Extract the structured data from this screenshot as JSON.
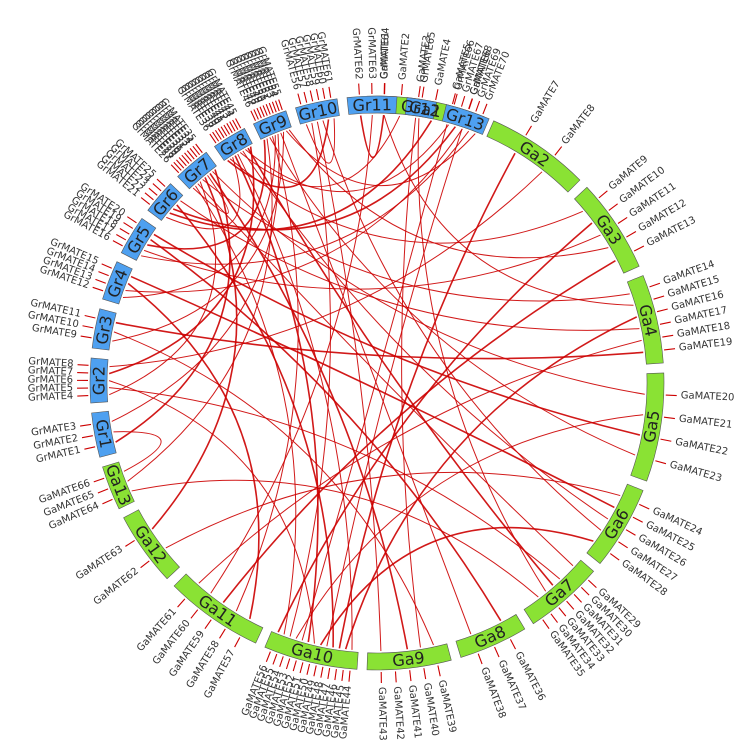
{
  "colors": {
    "ga_segment": "#8ae234",
    "gr_segment": "#4ea0f0",
    "link": "#cc0000",
    "segment_stroke": "#555555"
  },
  "segments": [
    {
      "label": "Ga1",
      "group": "ga",
      "start": 358.0,
      "end": 382.0,
      "genes": [
        "GaMATE1",
        "GaMATE2",
        "GaMATE3",
        "GaMATE4",
        "GaMATE5",
        "GaMATE6"
      ]
    },
    {
      "label": "Ga2",
      "group": "ga",
      "start": 384.0,
      "end": 405.0,
      "genes": [
        "GaMATE7",
        "GaMATE8"
      ]
    },
    {
      "label": "Ga3",
      "group": "ga",
      "start": 407.0,
      "end": 426.0,
      "genes": [
        "GaMATE9",
        "GaMATE10",
        "GaMATE11",
        "GaMATE12",
        "GaMATE13"
      ]
    },
    {
      "label": "Ga4",
      "group": "ga",
      "start": 428.0,
      "end": 446.0,
      "genes": [
        "GaMATE14",
        "GaMATE15",
        "GaMATE16",
        "GaMATE17",
        "GaMATE18",
        "GaMATE19"
      ]
    },
    {
      "label": "Ga5",
      "group": "ga",
      "start": 448.0,
      "end": 470.0,
      "genes": [
        "GaMATE20",
        "GaMATE21",
        "GaMATE22",
        "GaMATE23"
      ]
    },
    {
      "label": "Ga6",
      "group": "ga",
      "start": 472.0,
      "end": 489.0,
      "genes": [
        "GaMATE24",
        "GaMATE25",
        "GaMATE26",
        "GaMATE27",
        "GaMATE28"
      ]
    },
    {
      "label": "Ga7",
      "group": "ga",
      "start": 491.0,
      "end": 507.0,
      "genes": [
        "GaMATE29",
        "GaMATE30",
        "GaMATE31",
        "GaMATE32",
        "GaMATE33",
        "GaMATE34",
        "GaMATE35"
      ]
    },
    {
      "label": "Ga8",
      "group": "ga",
      "start": 509.0,
      "end": 523.0,
      "genes": [
        "GaMATE36",
        "GaMATE37",
        "GaMATE38"
      ]
    },
    {
      "label": "Ga9",
      "group": "ga",
      "start": 525.0,
      "end": 542.0,
      "genes": [
        "GaMATE39",
        "GaMATE40",
        "GaMATE41",
        "GaMATE42",
        "GaMATE43"
      ]
    },
    {
      "label": "Ga10",
      "group": "ga",
      "start": 544.0,
      "end": 563.0,
      "genes": [
        "GaMATE44",
        "GaMATE45",
        "GaMATE46",
        "GaMATE47",
        "GaMATE48",
        "GaMATE49",
        "GaMATE50",
        "GaMATE51",
        "GaMATE52",
        "GaMATE53",
        "GaMATE54",
        "GaMATE55",
        "GaMATE56"
      ]
    },
    {
      "label": "Ga11",
      "group": "ga",
      "start": 565.0,
      "end": 585.0,
      "genes": [
        "GaMATE57",
        "GaMATE58",
        "GaMATE59",
        "GaMATE60",
        "GaMATE61"
      ]
    },
    {
      "label": "Ga12",
      "group": "ga",
      "start": 587.0,
      "end": 602.0,
      "genes": [
        "GaMATE62",
        "GaMATE63"
      ]
    },
    {
      "label": "Ga13",
      "group": "ga",
      "start": 604.0,
      "end": 613.0,
      "genes": [
        "GaMATE64",
        "GaMATE65",
        "GaMATE66"
      ]
    },
    {
      "label": "Gr1",
      "group": "gr",
      "start": 615.0,
      "end": 624.0,
      "genes": [
        "GrMATE1",
        "GrMATE2",
        "GrMATE3"
      ]
    },
    {
      "label": "Gr2",
      "group": "gr",
      "start": 626.0,
      "end": 635.0,
      "genes": [
        "GrMATE4",
        "GrMATE5",
        "GrMATE6",
        "GrMATE7",
        "GrMATE8"
      ]
    },
    {
      "label": "Gr3",
      "group": "gr",
      "start": 637.0,
      "end": 645.0,
      "genes": [
        "GrMATE9",
        "GrMATE10",
        "GrMATE11"
      ]
    },
    {
      "label": "Gr4",
      "group": "gr",
      "start": 647.0,
      "end": 655.0,
      "genes": [
        "GrMATE12",
        "GrMATE13",
        "GrMATE14",
        "GrMATE15"
      ]
    },
    {
      "label": "Gr5",
      "group": "gr",
      "start": 657.0,
      "end": 665.0,
      "genes": [
        "GrMATE16",
        "GrMATE17",
        "GrMATE18",
        "GrMATE19",
        "GrMATE20"
      ]
    },
    {
      "label": "Gr6",
      "group": "gr",
      "start": 667.0,
      "end": 674.0,
      "genes": [
        "GrMATE21",
        "GrMATE22",
        "GrMATE23",
        "GrMATE24",
        "GrMATE25"
      ]
    },
    {
      "label": "Gr7",
      "group": "gr",
      "start": 676.0,
      "end": 683.5,
      "genes": [
        "GrMATE26",
        "GrMATE27",
        "GrMATE28",
        "GrMATE29",
        "GrMATE30",
        "GrMATE31",
        "GrMATE32",
        "GrMATE33",
        "GrMATE34",
        "GrMATE35"
      ]
    },
    {
      "label": "Gr8",
      "group": "gr",
      "start": 685.5,
      "end": 692.5,
      "genes": [
        "GrMATE36",
        "GrMATE37",
        "GrMATE38",
        "GrMATE39",
        "GrMATE40",
        "GrMATE41",
        "GrMATE42",
        "GrMATE43",
        "GrMATE44",
        "GrMATE45"
      ]
    },
    {
      "label": "Gr9",
      "group": "gr",
      "start": 694.5,
      "end": 701.5,
      "genes": [
        "GrMATE46",
        "GrMATE47",
        "GrMATE48",
        "GrMATE49",
        "GrMATE50",
        "GrMATE51",
        "GrMATE52",
        "GrMATE53",
        "GrMATE54",
        "GrMATE55"
      ]
    },
    {
      "label": "Gr10",
      "group": "gr",
      "start": 703.5,
      "end": 712.0,
      "genes": [
        "GrMATE56",
        "GrMATE57",
        "GrMATE58",
        "GrMATE59",
        "GrMATE60",
        "GrMATE61"
      ]
    },
    {
      "label": "Gr11",
      "group": "gr",
      "start": 714.0,
      "end": 724.0,
      "genes": [
        "GrMATE62",
        "GrMATE63",
        "GrMATE64"
      ]
    },
    {
      "label": "Gr12",
      "group": "gr",
      "start": 726.0,
      "end": 732.0,
      "genes": [
        "GrMATE65"
      ]
    },
    {
      "label": "Gr13",
      "group": "gr",
      "start": 734.0,
      "end": 743.0,
      "genes": [
        "GrMATE66",
        "GrMATE67",
        "GrMATE68",
        "GrMATE69",
        "GrMATE70"
      ]
    }
  ],
  "links": [
    [
      "GaMATE1",
      "GrMATE62"
    ],
    [
      "GaMATE2",
      "GrMATE41"
    ],
    [
      "GaMATE3",
      "GaMATE40"
    ],
    [
      "GaMATE4",
      "GrMATE22"
    ],
    [
      "GaMATE5",
      "GaMATE52"
    ],
    [
      "GaMATE6",
      "GrMATE13"
    ],
    [
      "GaMATE7",
      "GaMATE46"
    ],
    [
      "GaMATE8",
      "GrMATE8"
    ],
    [
      "GaMATE9",
      "GrMATE37"
    ],
    [
      "GaMATE10",
      "GaMATE56"
    ],
    [
      "GaMATE11",
      "GrMATE17"
    ],
    [
      "GaMATE12",
      "GrMATE55"
    ],
    [
      "GaMATE13",
      "GaMATE59"
    ],
    [
      "GaMATE14",
      "GrMATE30"
    ],
    [
      "GaMATE15",
      "GrMATE64"
    ],
    [
      "GaMATE16",
      "GaMATE45"
    ],
    [
      "GaMATE17",
      "GrMATE25"
    ],
    [
      "GaMATE18",
      "GaMATE61"
    ],
    [
      "GaMATE19",
      "GrMATE11"
    ],
    [
      "GaMATE20",
      "GrMATE34"
    ],
    [
      "GaMATE21",
      "GaMATE53"
    ],
    [
      "GaMATE22",
      "GrMATE20"
    ],
    [
      "GaMATE23",
      "GrMATE48"
    ],
    [
      "GaMATE24",
      "GaMATE62"
    ],
    [
      "GaMATE25",
      "GrMATE15"
    ],
    [
      "GaMATE26",
      "GrMATE42"
    ],
    [
      "GaMATE27",
      "GrMATE59"
    ],
    [
      "GaMATE28",
      "GaMATE49"
    ],
    [
      "GaMATE29",
      "GrMATE28"
    ],
    [
      "GaMATE31",
      "GrMATE5"
    ],
    [
      "GaMATE32",
      "GrMATE44"
    ],
    [
      "GaMATE33",
      "GrMATE65"
    ],
    [
      "GaMATE34",
      "GaMATE64"
    ],
    [
      "GaMATE36",
      "GrMATE19"
    ],
    [
      "GaMATE38",
      "GrMATE52"
    ],
    [
      "GaMATE39",
      "GrMATE10"
    ],
    [
      "GaMATE41",
      "GrMATE33"
    ],
    [
      "GaMATE43",
      "GrMATE58"
    ],
    [
      "GaMATE44",
      "GrMATE40"
    ],
    [
      "GaMATE47",
      "GrMATE24"
    ],
    [
      "GaMATE48",
      "GrMATE68"
    ],
    [
      "GaMATE50",
      "GrMATE6"
    ],
    [
      "GaMATE51",
      "GrMATE39"
    ],
    [
      "GaMATE54",
      "GrMATE57"
    ],
    [
      "GaMATE55",
      "GrMATE27"
    ],
    [
      "GaMATE57",
      "GrMATE14"
    ],
    [
      "GaMATE58",
      "GrMATE49"
    ],
    [
      "GaMATE60",
      "GrMATE63"
    ],
    [
      "GaMATE63",
      "GrMATE31"
    ],
    [
      "GaMATE65",
      "GrMATE47"
    ],
    [
      "GaMATE66",
      "GrMATE2"
    ],
    [
      "GrMATE60",
      "GrMATE36"
    ],
    [
      "GrMATE61",
      "GrMATE56"
    ],
    [
      "GrMATE66",
      "GrMATE43"
    ],
    [
      "GrMATE67",
      "GrMATE23"
    ],
    [
      "GrMATE69",
      "GrMATE16"
    ],
    [
      "GrMATE70",
      "GrMATE54"
    ],
    [
      "GrMATE1",
      "GrMATE35"
    ],
    [
      "GrMATE3",
      "GrMATE51"
    ],
    [
      "GrMATE4",
      "GrMATE29"
    ],
    [
      "GrMATE7",
      "GrMATE45"
    ],
    [
      "GrMATE9",
      "GrMATE53"
    ],
    [
      "GrMATE12",
      "GrMATE50"
    ],
    [
      "GrMATE18",
      "GrMATE46"
    ],
    [
      "GrMATE21",
      "GrMATE38"
    ],
    [
      "GrMATE26",
      "GrMATE32"
    ]
  ]
}
